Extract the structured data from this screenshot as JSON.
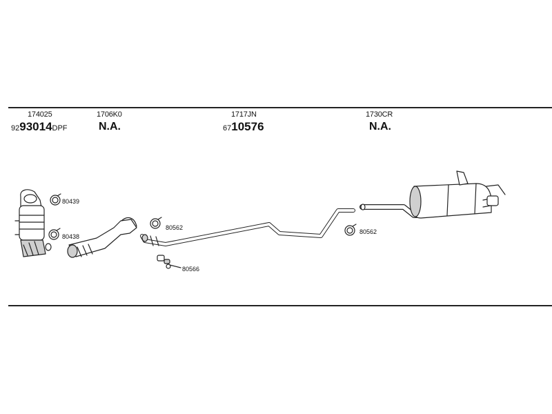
{
  "sections": [
    {
      "part_no": "174025",
      "ref_prefix": "92",
      "ref_main": "93014",
      "ref_suffix": "DPF"
    },
    {
      "part_no": "1706K0",
      "ref_main": "N.A."
    },
    {
      "part_no": "1717JN",
      "ref_prefix": "67",
      "ref_main": "10576"
    },
    {
      "part_no": "1730CR",
      "ref_main": "N.A."
    }
  ],
  "callouts": {
    "clamp_1": "80439",
    "clamp_2": "80438",
    "clamp_3": "80562",
    "hanger": "80566",
    "clamp_4": "80562"
  },
  "colors": {
    "line": "#222222",
    "fill": "#ffffff",
    "shade": "#cfcfcf"
  }
}
